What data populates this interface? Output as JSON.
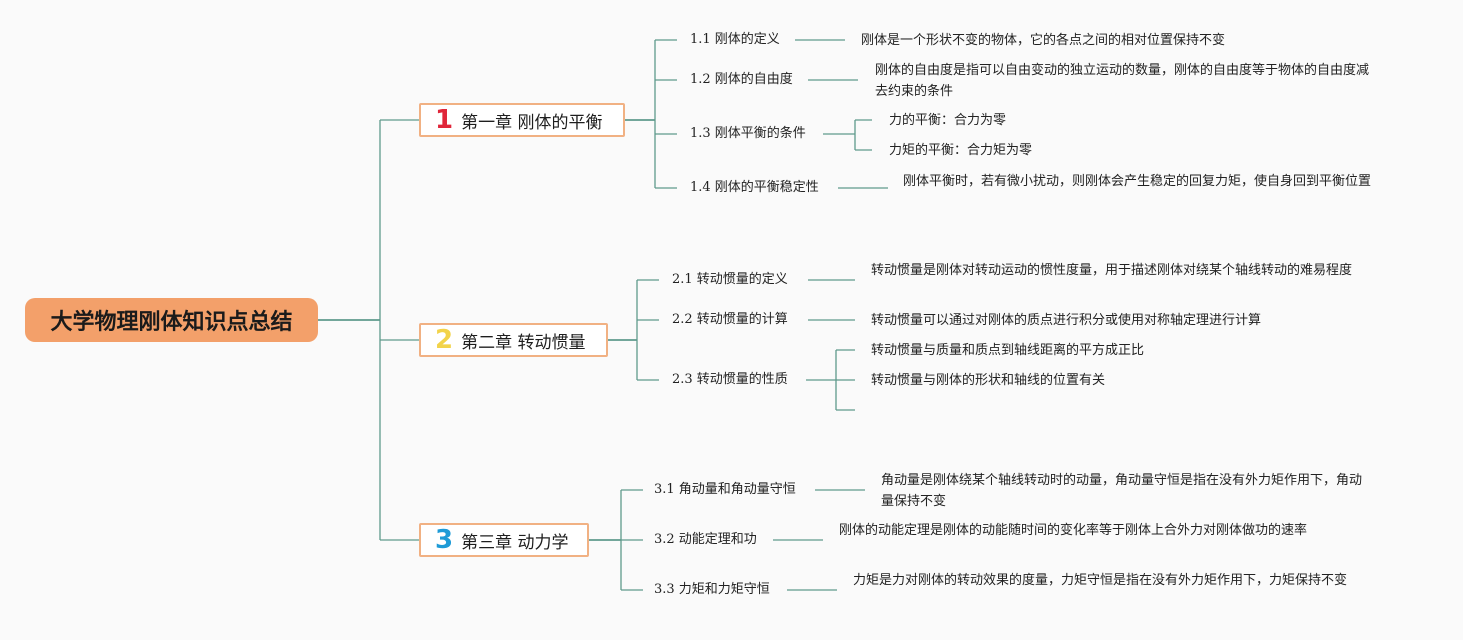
{
  "root": {
    "title": "大学物理刚体知识点总结"
  },
  "chapters": [
    {
      "num": "1",
      "title": "第一章 刚体的平衡",
      "color": "#e0263a",
      "sections": [
        {
          "title": "1.1 刚体的定义",
          "details": [
            "刚体是一个形状不变的物体，它的各点之间的相对位置保持不变"
          ]
        },
        {
          "title": "1.2 刚体的自由度",
          "details": [
            "刚体的自由度是指可以自由变动的独立运动的数量，刚体的自由度等于物体的自由度减去约束的条件"
          ]
        },
        {
          "title": "1.3 刚体平衡的条件",
          "details": [
            "力的平衡：合力为零",
            "力矩的平衡：合力矩为零"
          ]
        },
        {
          "title": "1.4 刚体的平衡稳定性",
          "details": [
            "刚体平衡时，若有微小扰动，则刚体会产生稳定的回复力矩，使自身回到平衡位置"
          ]
        }
      ]
    },
    {
      "num": "2",
      "title": "第二章 转动惯量",
      "color": "#f2d34a",
      "sections": [
        {
          "title": "2.1 转动惯量的定义",
          "details": [
            "转动惯量是刚体对转动运动的惯性度量，用于描述刚体对绕某个轴线转动的难易程度"
          ]
        },
        {
          "title": "2.2 转动惯量的计算",
          "details": [
            "转动惯量可以通过对刚体的质点进行积分或使用对称轴定理进行计算"
          ]
        },
        {
          "title": "2.3 转动惯量的性质",
          "details": [
            "转动惯量与质量和质点到轴线距离的平方成正比",
            "转动惯量与刚体的形状和轴线的位置有关"
          ]
        }
      ]
    },
    {
      "num": "3",
      "title": "第三章 动力学",
      "color": "#1e9bd7",
      "sections": [
        {
          "title": "3.1 角动量和角动量守恒",
          "details": [
            "角动量是刚体绕某个轴线转动时的动量，角动量守恒是指在没有外力矩作用下，角动量保持不变"
          ]
        },
        {
          "title": "3.2 动能定理和功",
          "details": [
            "刚体的动能定理是刚体的动能随时间的变化率等于刚体上合外力对刚体做功的速率"
          ]
        },
        {
          "title": "3.3 力矩和力矩守恒",
          "details": [
            "力矩是力对刚体的转动效果的度量，力矩守恒是指在没有外力矩作用下，力矩保持不变"
          ]
        }
      ]
    }
  ]
}
